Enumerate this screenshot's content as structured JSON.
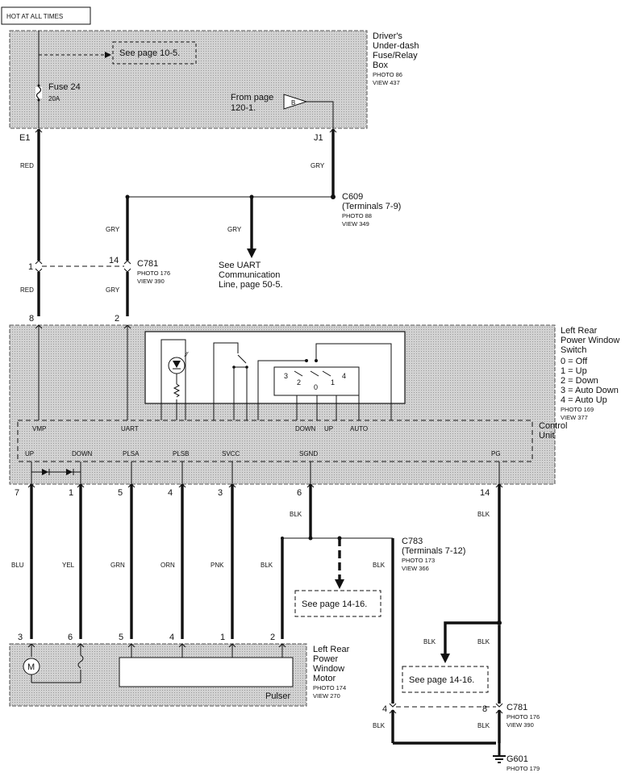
{
  "header": {
    "hot_label": "HOT AT ALL TIMES"
  },
  "fuse_box": {
    "title_lines": [
      "Driver's",
      "Under-dash",
      "Fuse/Relay",
      "Box"
    ],
    "photo": "PHOTO 86",
    "view": "VIEW 437",
    "see_page": "See page 10-5.",
    "fuse_name": "Fuse 24",
    "fuse_rating": "20A",
    "from_page_lines": [
      "From page",
      "120-1."
    ],
    "flag_letter": "B",
    "terminal_left": "E1",
    "terminal_right": "J1"
  },
  "c609": {
    "lines": [
      "C609",
      "(Terminals 7-9)"
    ],
    "photo": "PHOTO 88",
    "view": "VIEW 349"
  },
  "uart_ref": {
    "lines": [
      "See UART",
      "Communication",
      "Line, page 50-5."
    ]
  },
  "c781_top": {
    "name": "C781",
    "photo": "PHOTO 176",
    "view": "VIEW 390",
    "pin_left": "1",
    "pin_right": "14"
  },
  "switch_block": {
    "title_lines": [
      "Left Rear",
      "Power Window",
      "Switch"
    ],
    "modes": [
      "0 = Off",
      "1 = Up",
      "2 = Down",
      "3 = Auto Down",
      "4 = Auto Up"
    ],
    "photo": "PHOTO 169",
    "view": "VIEW 377",
    "control_unit_lines": [
      "Control",
      "Unit"
    ],
    "top_pins": [
      "8",
      "2"
    ],
    "upper_labels": [
      "VMP",
      "UART",
      "DOWN",
      "UP",
      "AUTO"
    ],
    "lower_labels": [
      "UP",
      "DOWN",
      "PLSA",
      "PLSB",
      "SVCC",
      "SGND",
      "PG"
    ],
    "bottom_pins": [
      "7",
      "1",
      "5",
      "4",
      "3",
      "6",
      "14"
    ],
    "switch_positions": [
      "3",
      "2",
      "0",
      "1",
      "4"
    ]
  },
  "wires": {
    "red": "RED",
    "gry": "GRY",
    "blu": "BLU",
    "yel": "YEL",
    "grn": "GRN",
    "orn": "ORN",
    "pnk": "PNK",
    "blk": "BLK"
  },
  "c783": {
    "lines": [
      "C783",
      "(Terminals 7-12)"
    ],
    "photo": "PHOTO 173",
    "view": "VIEW 366"
  },
  "see_page_14": "See page 14-16.",
  "motor_block": {
    "title_lines": [
      "Left Rear",
      "Power",
      "Window",
      "Motor"
    ],
    "photo": "PHOTO 174",
    "view": "VIEW 270",
    "pulser_label": "Pulser",
    "motor_symbol": "M",
    "pins": [
      "3",
      "6",
      "5",
      "4",
      "1",
      "2"
    ]
  },
  "c781_bottom": {
    "name": "C781",
    "photo": "PHOTO 176",
    "view": "VIEW 390",
    "pin_left": "4",
    "pin_right": "8"
  },
  "g601": {
    "name": "G601",
    "photo": "PHOTO 179"
  }
}
